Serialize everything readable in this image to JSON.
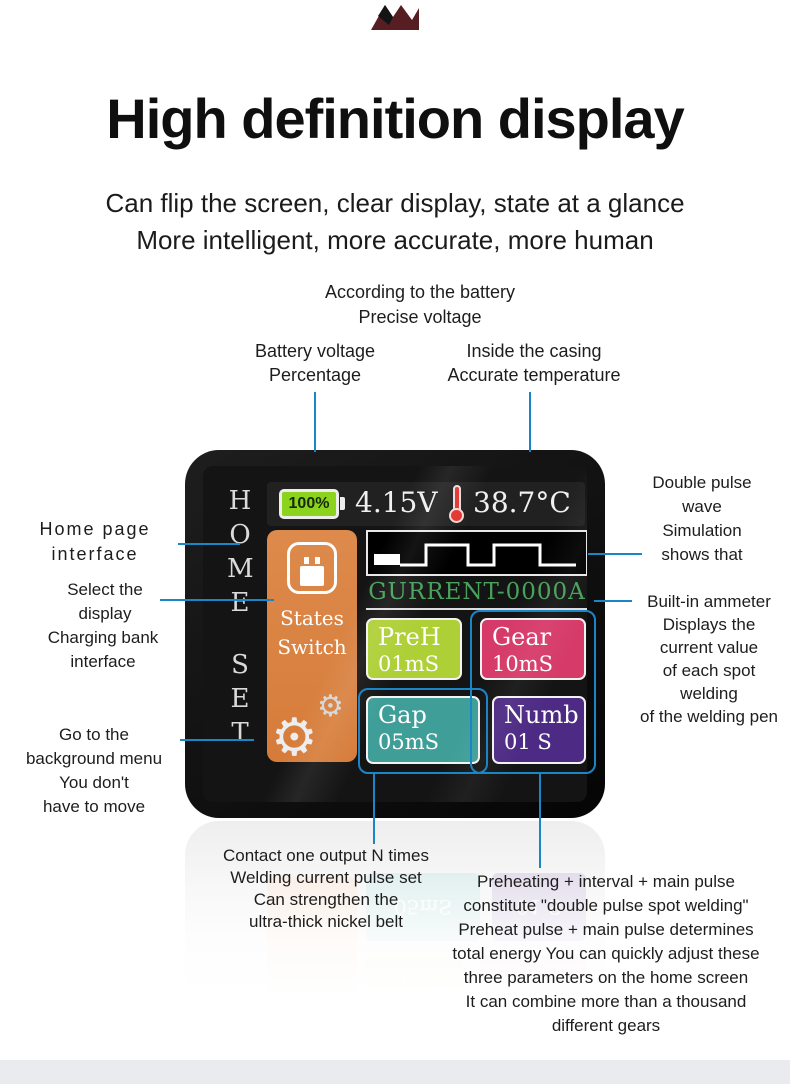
{
  "header": {
    "title": "High definition display",
    "subtitle_line1": "Can flip the screen, clear display, state at a glance",
    "subtitle_line2": "More intelligent, more accurate, more human"
  },
  "callouts": {
    "precise_voltage": "According to the battery\nPrecise voltage",
    "battery_percentage": "Battery voltage\nPercentage",
    "accurate_temperature": "Inside the casing\nAccurate temperature",
    "home_page": "Home page\ninterface",
    "select_display": "Select the\ndisplay",
    "charging_bank": "Charging bank\ninterface",
    "background_menu": "Go to the\nbackground menu\nYou don't\nhave to move",
    "double_pulse": "Double pulse\nwave\nSimulation\nshows that",
    "ammeter": "Built-in ammeter\nDisplays the\ncurrent value\nof each spot\nwelding\nof the welding pen",
    "contact_output": "Contact one output N times\nWelding current pulse set\nCan strengthen the\nultra-thick nickel belt",
    "double_pulse_info": "Preheating + interval + main pulse\nconstitute \"double pulse spot welding\"\nPreheat pulse + main pulse determines\ntotal energy You can quickly adjust these\nthree parameters on the home screen\nIt can combine more than a thousand\ndifferent gears"
  },
  "device": {
    "home_label": "HOME",
    "set_label": "SET",
    "status": {
      "battery": "100%",
      "voltage": "4.15V",
      "temperature": "38.7°C"
    },
    "current_readout": "GURRENT-0000A",
    "states_switch": "States\nSwitch",
    "buttons": [
      {
        "name": "preh",
        "label": "PreH",
        "value": "01mS",
        "color": "#aecf35"
      },
      {
        "name": "gear",
        "label": "Gear",
        "value": "10mS",
        "color": "#d63a68"
      },
      {
        "name": "gap",
        "label": "Gap",
        "value": "05mS",
        "color": "#3f9e98"
      },
      {
        "name": "numb",
        "label": "Numb",
        "value": "01 S",
        "color": "#4d2a84"
      }
    ]
  },
  "colors": {
    "accent_line": "#1a86c8",
    "battery_green": "#8bd41e",
    "panel_orange": "#dd8a4c",
    "readout_green": "#47a15a",
    "thermometer_red": "#e2362e"
  }
}
